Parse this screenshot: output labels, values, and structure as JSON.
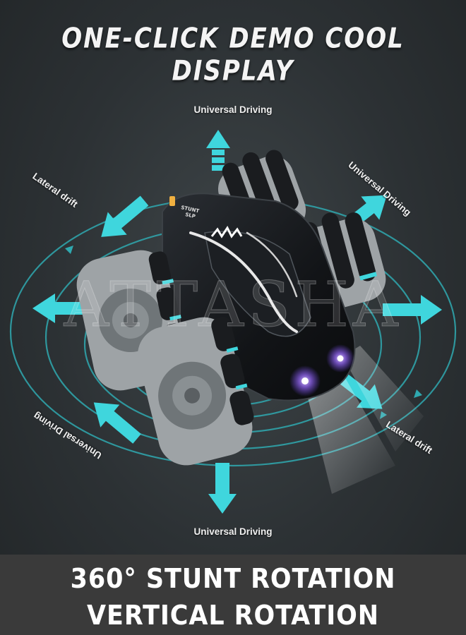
{
  "headline": "ONE-CLICK DEMO COOL DISPLAY",
  "labels": {
    "top": "Universal Driving",
    "top_right": "Universal Driving",
    "top_left": "Lateral drift",
    "bottom_right": "Lateral drift",
    "bottom_left": "Universal Driving",
    "bottom": "Universal Driving"
  },
  "car": {
    "badge_line1": "STUNT",
    "badge_line2": "SLP"
  },
  "watermark": "ATTASHA",
  "banner": {
    "line1": "360° STUNT ROTATION",
    "line2": "VERTICAL ROTATION"
  },
  "colors": {
    "arrow": "#3fd6dd",
    "ring": "#2fa9b0",
    "car_body": "#16181b",
    "wheel": "#9ea3a6",
    "banner_bg": "#3a3a3a",
    "headlight": "#b48cff"
  }
}
